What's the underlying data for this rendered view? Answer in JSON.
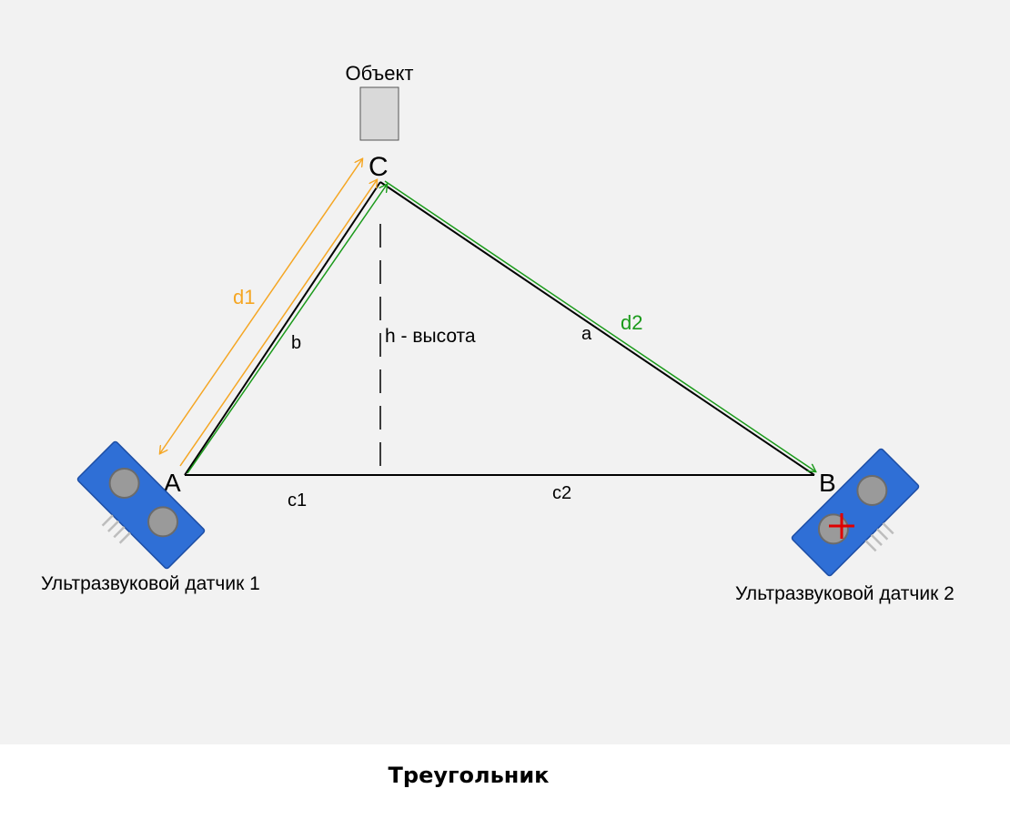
{
  "diagram": {
    "object_label": "Объект",
    "vertex_a": "A",
    "vertex_b": "B",
    "vertex_c": "C",
    "side_a": "a",
    "side_b": "b",
    "segment_c1": "c1",
    "segment_c2": "c2",
    "distance_d1": "d1",
    "distance_d2": "d2",
    "height_label": "h - высота",
    "sensor1_label": "Ультразвуковой датчик 1",
    "sensor2_label": "Ультразвуковой датчик 2"
  },
  "caption": "Треугольник",
  "colors": {
    "background": "#f2f2f2",
    "triangle": "#000000",
    "d1_arrow": "#f5a623",
    "d2_arrow": "#1a9a1a",
    "sensor_board": "#2f6fd6",
    "sensor_eye": "#9a9a9a",
    "target_mark": "#e00000",
    "object_box": "#d9d9d9"
  }
}
